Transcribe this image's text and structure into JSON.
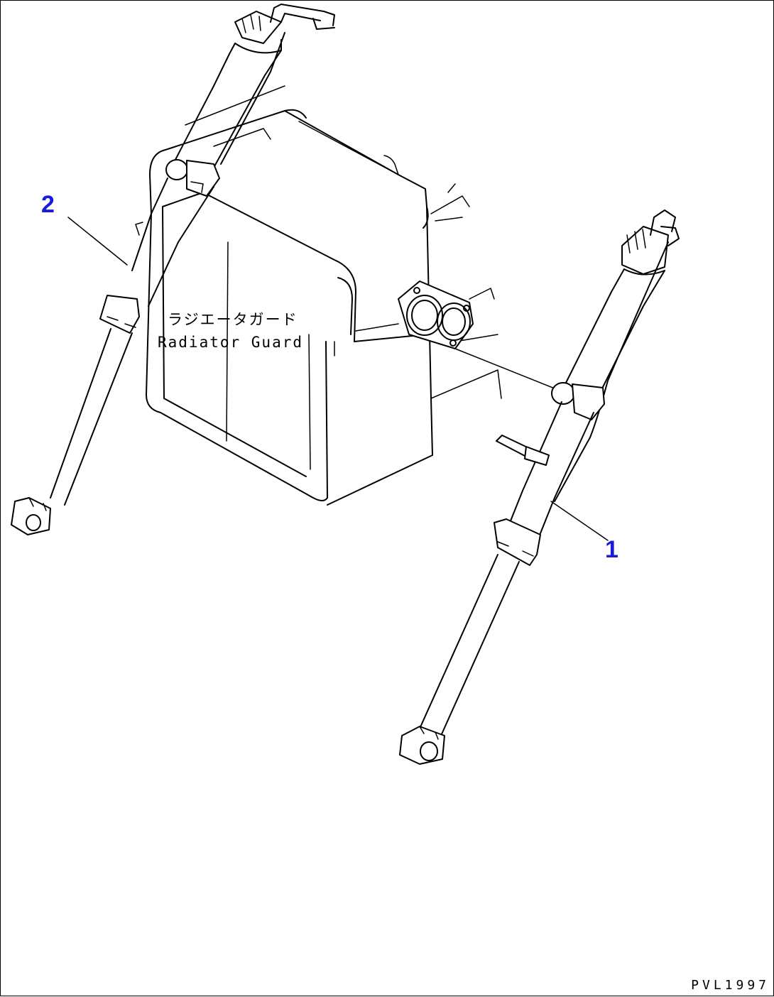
{
  "callouts": {
    "part_1": "1",
    "part_2": "2"
  },
  "labels": {
    "radiator_guard_jp": "ラジエータガード",
    "radiator_guard_en": "Radiator Guard"
  },
  "drawing_number": "PVL1997",
  "colors": {
    "callout": "#1a1adc",
    "line": "#000000"
  }
}
